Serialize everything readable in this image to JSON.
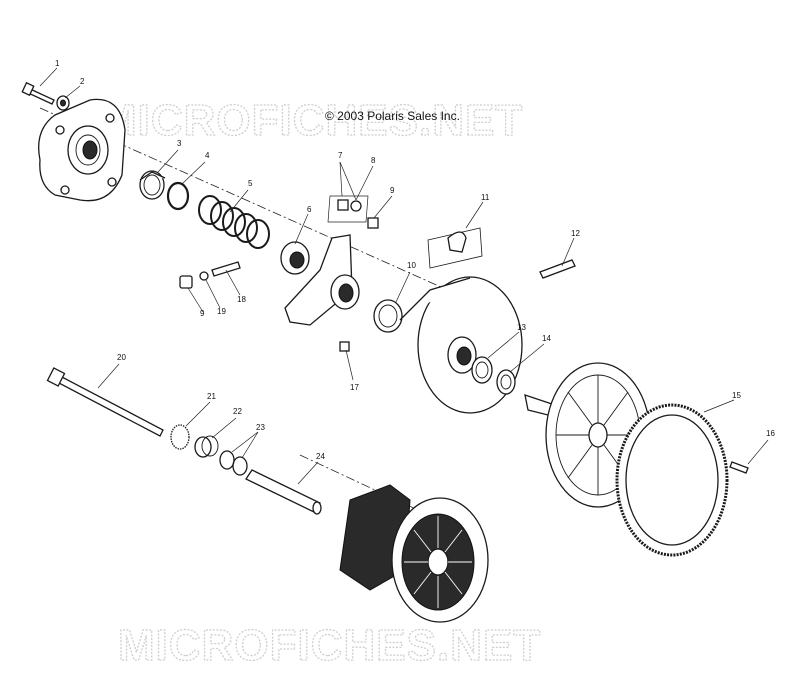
{
  "copyright": "© 2003 Polaris Sales Inc.",
  "watermark": "MICROFICHES.NET",
  "callouts": [
    "1",
    "2",
    "3",
    "4",
    "5",
    "6",
    "7",
    "8",
    "9",
    "9",
    "10",
    "11",
    "12",
    "13",
    "14",
    "15",
    "16",
    "17",
    "18",
    "19",
    "20",
    "21",
    "22",
    "23",
    "24"
  ]
}
